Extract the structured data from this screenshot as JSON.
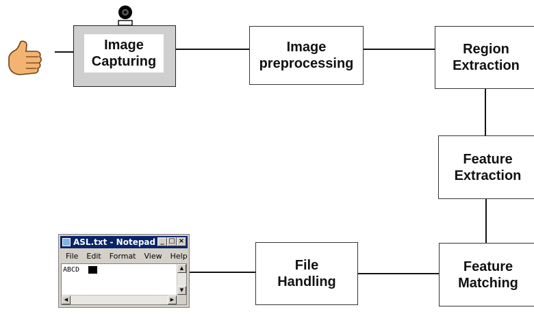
{
  "nodes": {
    "image_capturing": "Image\nCapturing",
    "image_preprocessing": "Image\npreprocessing",
    "region_extraction": "Region\nExtraction",
    "feature_extraction": "Feature\nExtraction",
    "feature_matching": "Feature\nMatching",
    "file_handling": "File\nHandling"
  },
  "edges": [
    {
      "from": "hand_input",
      "to": "image_capturing"
    },
    {
      "from": "image_capturing",
      "to": "image_preprocessing"
    },
    {
      "from": "image_preprocessing",
      "to": "region_extraction"
    },
    {
      "from": "region_extraction",
      "to": "feature_extraction"
    },
    {
      "from": "feature_extraction",
      "to": "feature_matching"
    },
    {
      "from": "feature_matching",
      "to": "file_handling"
    },
    {
      "from": "file_handling",
      "to": "notepad_output"
    }
  ],
  "icons": {
    "hand": "thumbs-up-hand-icon",
    "camera": "webcam-icon",
    "notepad": "notepad-window"
  },
  "notepad": {
    "title": "ASL.txt - Notepad",
    "menu": [
      "File",
      "Edit",
      "Format",
      "View",
      "Help"
    ],
    "content": "ABCD"
  },
  "colors": {
    "box_border": "#333333",
    "line": "#111111",
    "capture_frame": "#cfcfcf",
    "hand_skin": "#f2b470",
    "notepad_titlebar": "#0a246a",
    "notepad_face": "#d4d0c8"
  }
}
